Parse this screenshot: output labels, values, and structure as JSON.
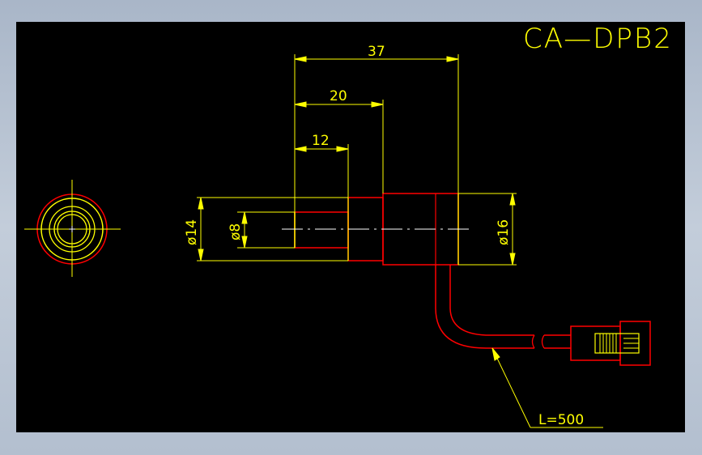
{
  "drawing": {
    "title": "CA—DPB2",
    "dims": {
      "overall_length": "37",
      "mid_length": "20",
      "short_length": "12",
      "dia_left": "ø14",
      "dia_bore": "ø8",
      "dia_right": "ø16",
      "cable_length": "L=500"
    }
  },
  "colors": {
    "background": "#000000",
    "dimension": "#ffff00",
    "outline": "#ff0000",
    "centerline": "#ffffff"
  }
}
